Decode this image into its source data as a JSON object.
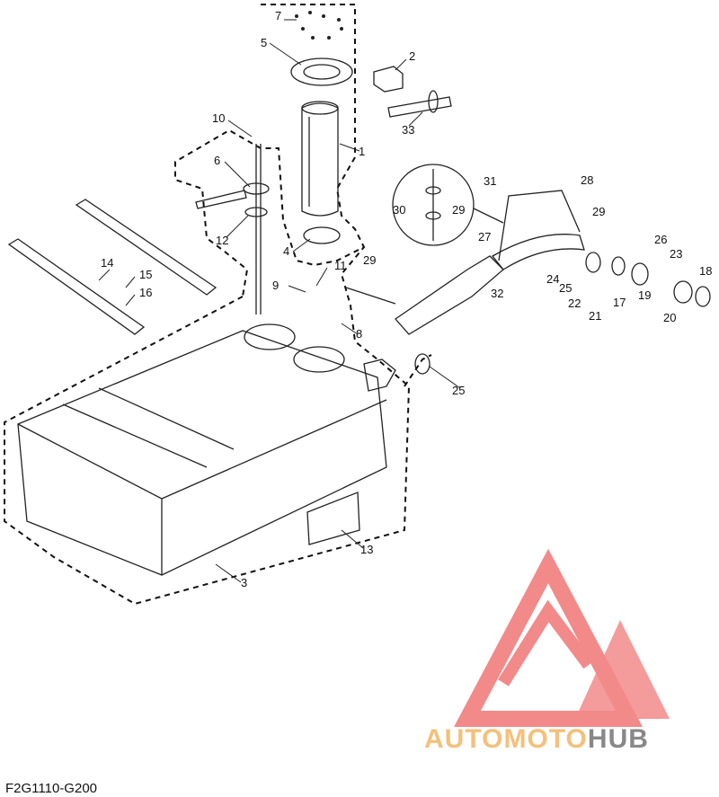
{
  "diagram": {
    "part_numbers": [
      "1",
      "2",
      "3",
      "4",
      "5",
      "6",
      "7",
      "8",
      "9",
      "10",
      "11",
      "12",
      "13",
      "14",
      "15",
      "16",
      "17",
      "18",
      "19",
      "20",
      "21",
      "22",
      "23",
      "24",
      "25",
      "25",
      "25",
      "26",
      "27",
      "28",
      "29",
      "29",
      "29",
      "30",
      "31",
      "32",
      "33"
    ],
    "code": "F2G1110-G200"
  },
  "watermark": {
    "part1": "AUTO",
    "part2": "MOTO",
    "part3": "HUB"
  },
  "colors": {
    "logo_red": "#f28a8a",
    "logo_orange": "#f4c07a",
    "logo_gray": "#888888",
    "line": "#222222"
  }
}
